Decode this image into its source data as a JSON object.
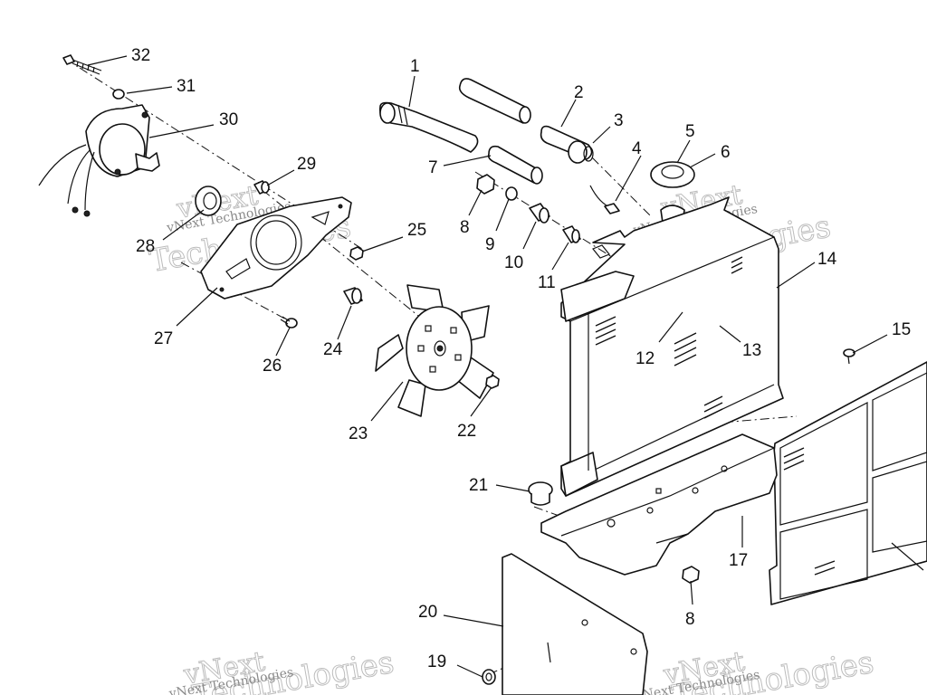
{
  "callouts": [
    {
      "id": "c1",
      "text": "1"
    },
    {
      "id": "c2",
      "text": "2"
    },
    {
      "id": "c3",
      "text": "3"
    },
    {
      "id": "c4",
      "text": "4"
    },
    {
      "id": "c5",
      "text": "5"
    },
    {
      "id": "c6",
      "text": "6"
    },
    {
      "id": "c7",
      "text": "7"
    },
    {
      "id": "c8a",
      "text": "8"
    },
    {
      "id": "c8b",
      "text": "8"
    },
    {
      "id": "c9",
      "text": "9"
    },
    {
      "id": "c10",
      "text": "10"
    },
    {
      "id": "c11",
      "text": "11"
    },
    {
      "id": "c12",
      "text": "12"
    },
    {
      "id": "c13",
      "text": "13"
    },
    {
      "id": "c14",
      "text": "14"
    },
    {
      "id": "c15",
      "text": "15"
    },
    {
      "id": "c17",
      "text": "17"
    },
    {
      "id": "c19",
      "text": "19"
    },
    {
      "id": "c20",
      "text": "20"
    },
    {
      "id": "c21",
      "text": "21"
    },
    {
      "id": "c22",
      "text": "22"
    },
    {
      "id": "c23",
      "text": "23"
    },
    {
      "id": "c24",
      "text": "24"
    },
    {
      "id": "c25",
      "text": "25"
    },
    {
      "id": "c26",
      "text": "26"
    },
    {
      "id": "c27",
      "text": "27"
    },
    {
      "id": "c28",
      "text": "28"
    },
    {
      "id": "c29",
      "text": "29"
    },
    {
      "id": "c30",
      "text": "30"
    },
    {
      "id": "c31",
      "text": "31"
    },
    {
      "id": "c32",
      "text": "32"
    }
  ],
  "watermark": {
    "brand": "vNext",
    "name": "Technologies",
    "full": "vNext Technologies"
  }
}
